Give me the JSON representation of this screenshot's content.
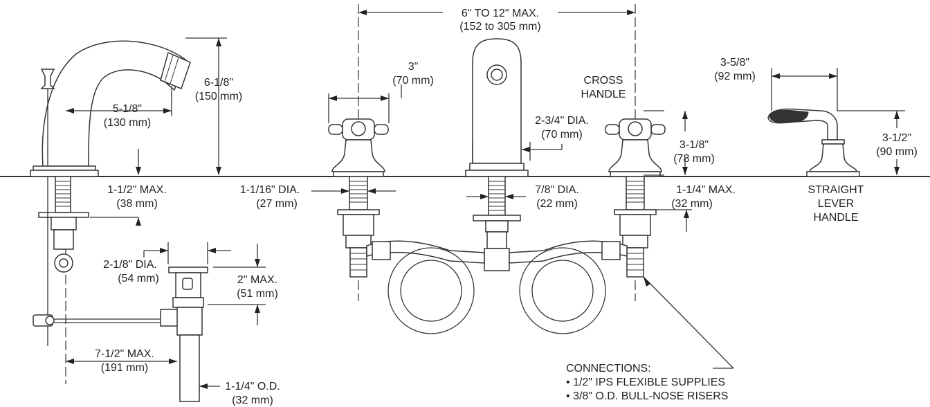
{
  "diagram": {
    "spout_width": [
      "6\" TO 12\" MAX.",
      "(152 to 305 mm)"
    ],
    "handle_span": [
      "3\"",
      "(70 mm)"
    ],
    "cross_handle": [
      "CROSS",
      "HANDLE"
    ],
    "lever_width": [
      "3-5/8\"",
      "(92 mm)"
    ],
    "spout_reach": [
      "5-1/8\"",
      "(130 mm)"
    ],
    "spout_height": [
      "6-1/8\"",
      "(150 mm)"
    ],
    "spout_dia": [
      "2-3/4\" DIA.",
      "(70 mm)"
    ],
    "cross_height": [
      "3-1/8\"",
      "(78 mm)"
    ],
    "lever_height": [
      "3-1/2\"",
      "(90 mm)"
    ],
    "deck_max_left": [
      "1-1/2\" MAX.",
      "(38 mm)"
    ],
    "valve_shank_dia": [
      "1-1/16\" DIA.",
      "(27 mm)"
    ],
    "spout_shank_dia": [
      "7/8\" DIA.",
      "(22 mm)"
    ],
    "deck_max_right": [
      "1-1/4\" MAX.",
      "(32 mm)"
    ],
    "straight_lever": [
      "STRAIGHT",
      "LEVER",
      "HANDLE"
    ],
    "drain_dia": [
      "2-1/8\" DIA.",
      "(54 mm)"
    ],
    "drain_max": [
      "2\" MAX.",
      "(51 mm)"
    ],
    "drain_reach": [
      "7-1/2\" MAX.",
      "(191 mm)"
    ],
    "tailpiece_od": [
      "1-1/4\" O.D.",
      "(32 mm)"
    ],
    "connections": {
      "title": "CONNECTIONS:",
      "items": [
        "• 1/2\" IPS FLEXIBLE SUPPLIES",
        "• 3/8\" O.D. BULL-NOSE RISERS"
      ]
    }
  }
}
